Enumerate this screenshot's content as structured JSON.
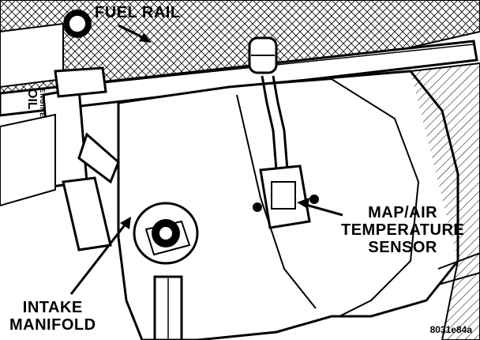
{
  "callouts": {
    "fuel_rail": "FUEL RAIL",
    "map_sensor": [
      "MAP/AIR",
      "TEMPERATURE",
      "SENSOR"
    ],
    "intake_manifold": [
      "INTAKE",
      "MANIFOLD"
    ]
  },
  "oil_cap": {
    "line1": "ENGINE",
    "line2": "OIL"
  },
  "figure_id": "8031e84a",
  "colors": {
    "ink": "#000000",
    "paper": "#ffffff"
  }
}
